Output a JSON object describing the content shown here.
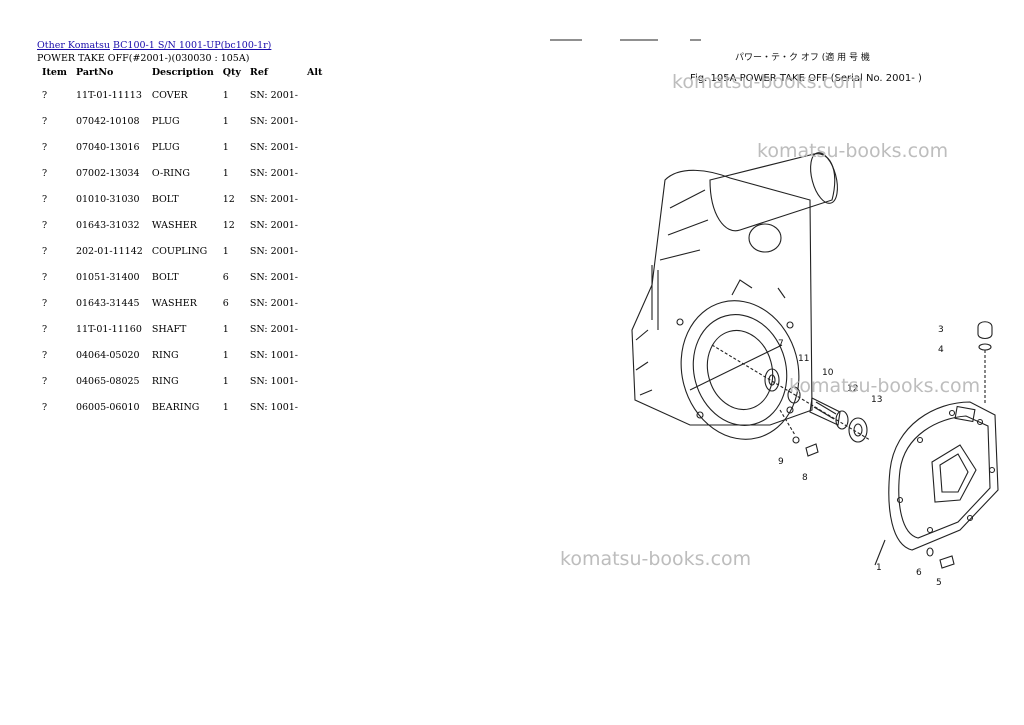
{
  "breadcrumb": {
    "link1": "Other Komatsu",
    "link2": "BC100-1 S/N 1001-UP(bc100-1r)"
  },
  "subtitle": "POWER TAKE OFF(#2001-)(030030 : 105A)",
  "table": {
    "headers": {
      "item": "Item",
      "partno": "PartNo",
      "description": "Description",
      "qty": "Qty",
      "ref": "Ref",
      "alt": "Alt"
    },
    "rows": [
      {
        "item": "?",
        "partno": "11T-01-11113",
        "description": "COVER",
        "qty": "1",
        "ref": "SN: 2001-"
      },
      {
        "item": "?",
        "partno": "07042-10108",
        "description": "PLUG",
        "qty": "1",
        "ref": "SN: 2001-"
      },
      {
        "item": "?",
        "partno": "07040-13016",
        "description": "PLUG",
        "qty": "1",
        "ref": "SN: 2001-"
      },
      {
        "item": "?",
        "partno": "07002-13034",
        "description": "O-RING",
        "qty": "1",
        "ref": "SN: 2001-"
      },
      {
        "item": "?",
        "partno": "01010-31030",
        "description": "BOLT",
        "qty": "12",
        "ref": "SN: 2001-"
      },
      {
        "item": "?",
        "partno": "01643-31032",
        "description": "WASHER",
        "qty": "12",
        "ref": "SN: 2001-"
      },
      {
        "item": "?",
        "partno": "202-01-11142",
        "description": "COUPLING",
        "qty": "1",
        "ref": "SN: 2001-"
      },
      {
        "item": "?",
        "partno": "01051-31400",
        "description": "BOLT",
        "qty": "6",
        "ref": "SN: 2001-"
      },
      {
        "item": "?",
        "partno": "01643-31445",
        "description": "WASHER",
        "qty": "6",
        "ref": "SN: 2001-"
      },
      {
        "item": "?",
        "partno": "11T-01-11160",
        "description": "SHAFT",
        "qty": "1",
        "ref": "SN: 2001-"
      },
      {
        "item": "?",
        "partno": "04064-05020",
        "description": "RING",
        "qty": "1",
        "ref": "SN: 1001-"
      },
      {
        "item": "?",
        "partno": "04065-08025",
        "description": "RING",
        "qty": "1",
        "ref": "SN: 1001-"
      },
      {
        "item": "?",
        "partno": "06005-06010",
        "description": "BEARING",
        "qty": "1",
        "ref": "SN: 1001-"
      }
    ]
  },
  "diagram": {
    "caption": "Fig. 105A  POWER TAKE OFF (Serial No. 2001- )",
    "caption_jp": "パワー・テ・ク オフ (適 用 号 機",
    "watermark": "komatsu-books.com",
    "callouts": [
      "1",
      "3",
      "4",
      "5",
      "6",
      "7",
      "8",
      "9",
      "10",
      "11",
      "12",
      "13"
    ]
  }
}
